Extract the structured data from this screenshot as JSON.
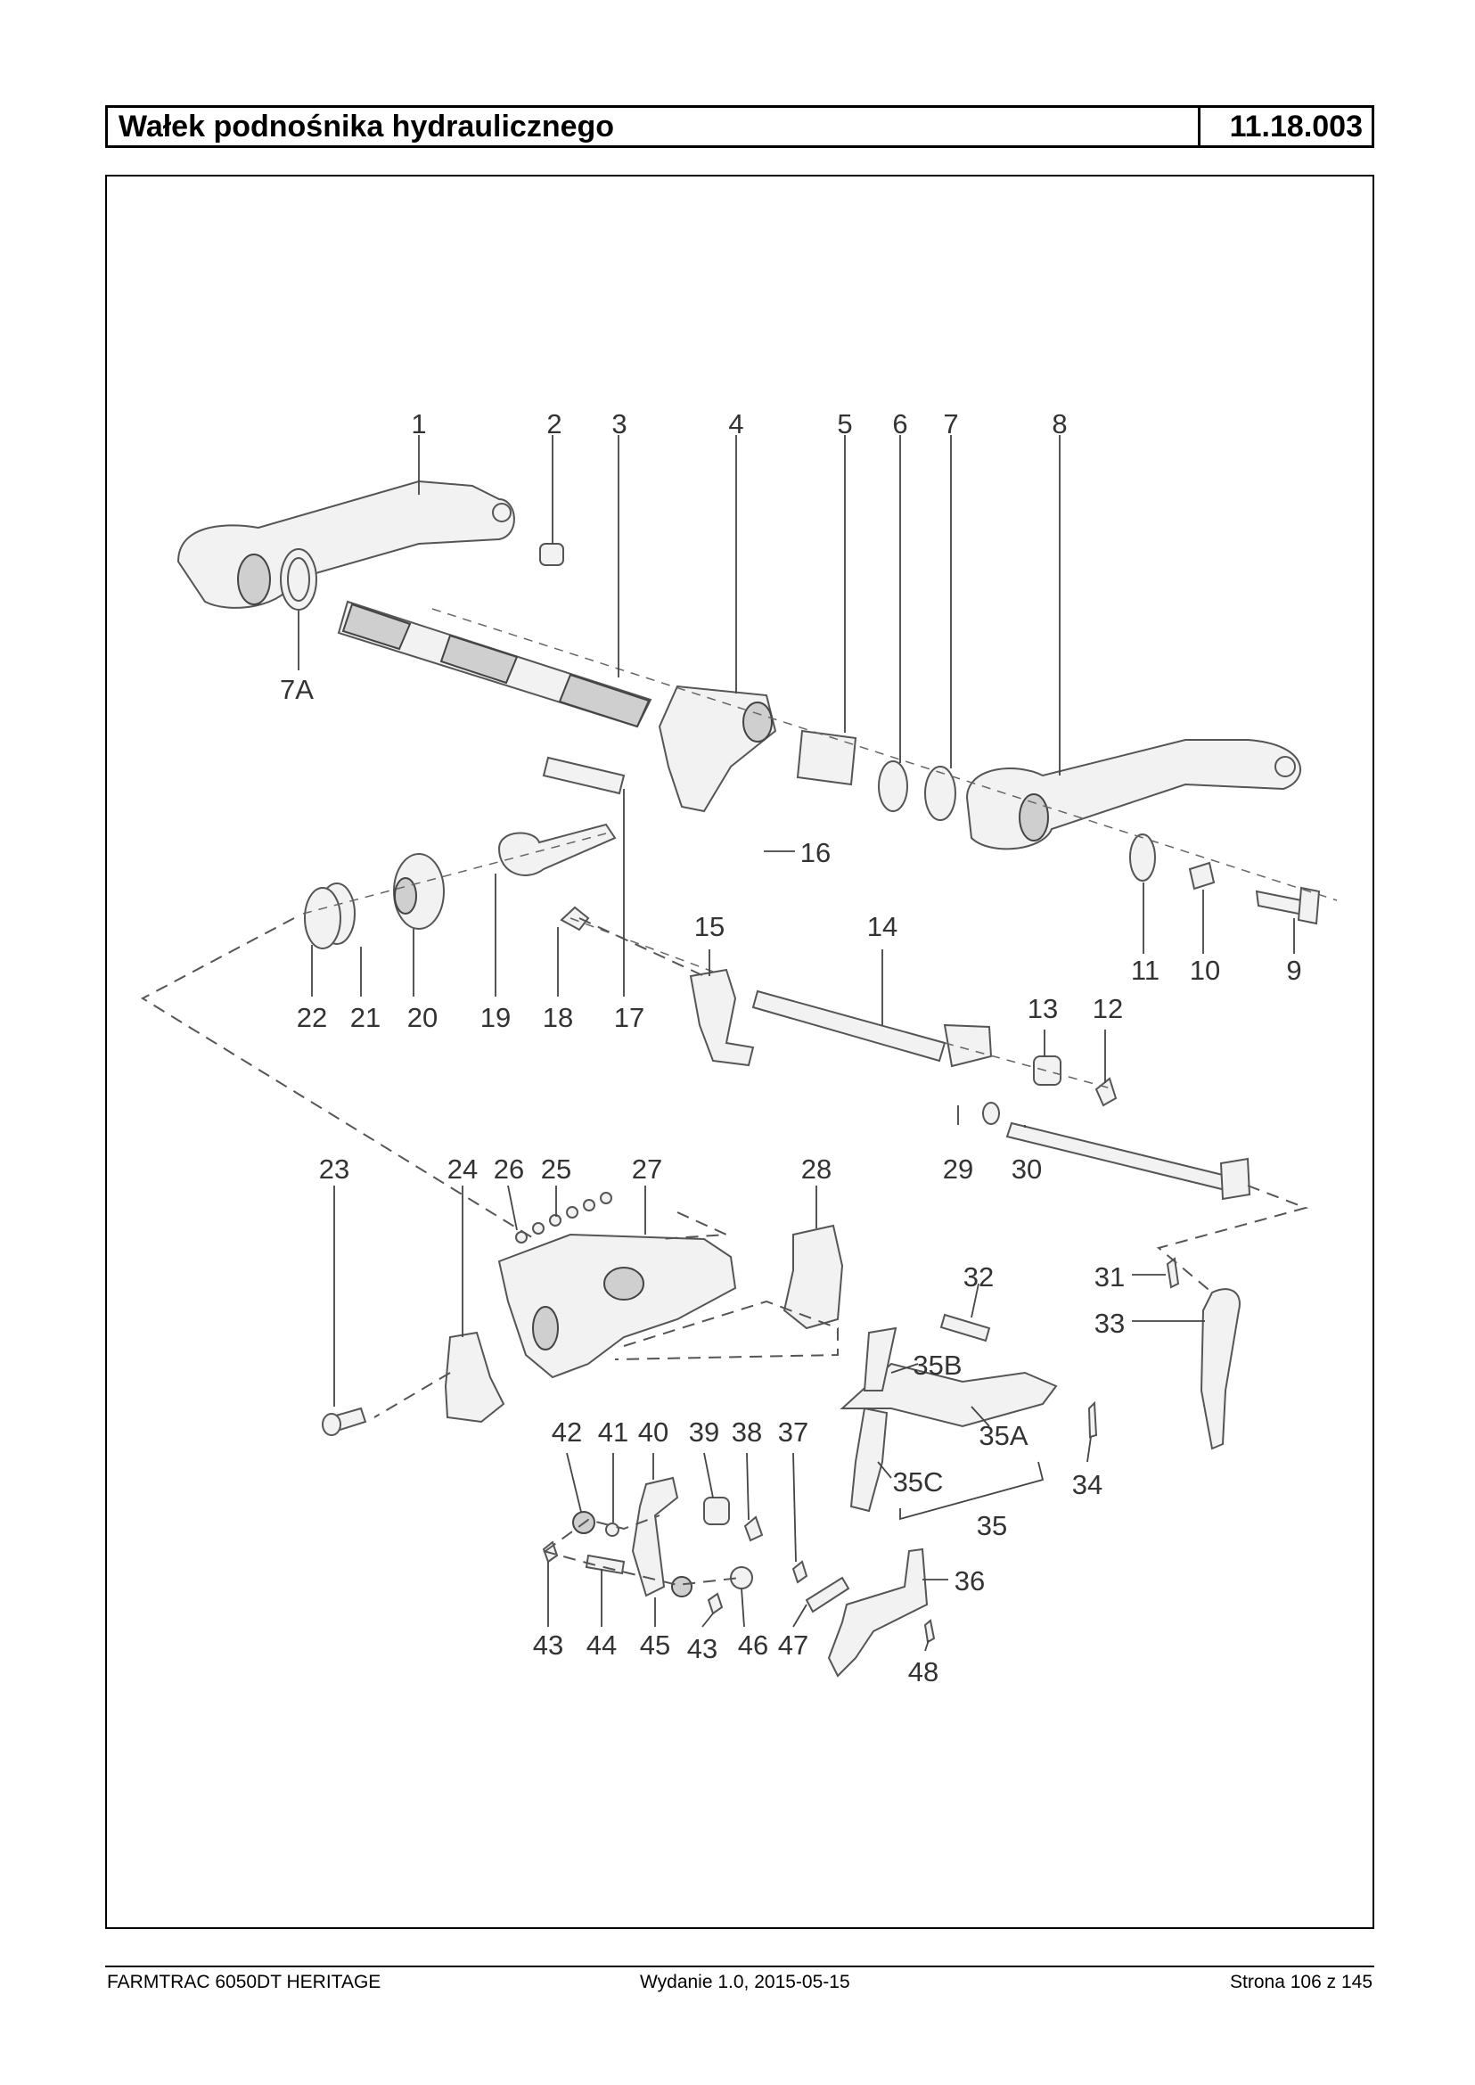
{
  "header": {
    "title": "Wałek podnośnika hydraulicznego",
    "code": "11.18.003"
  },
  "diagram": {
    "labels": [
      "1",
      "2",
      "3",
      "4",
      "5",
      "6",
      "7",
      "8",
      "7A",
      "16",
      "11",
      "10",
      "9",
      "15",
      "14",
      "13",
      "12",
      "22",
      "21",
      "20",
      "19",
      "18",
      "17",
      "29",
      "30",
      "23",
      "24",
      "26",
      "25",
      "27",
      "28",
      "32",
      "31",
      "33",
      "35B",
      "35A",
      "35C",
      "34",
      "35",
      "42",
      "41",
      "40",
      "39",
      "38",
      "37",
      "36",
      "43",
      "44",
      "45",
      "43",
      "46",
      "47",
      "48"
    ]
  },
  "footer": {
    "left": "FARMTRAC 6050DT HERITAGE",
    "center": "Wydanie 1.0,  2015-05-15",
    "right": "Strona 106 z 145"
  }
}
